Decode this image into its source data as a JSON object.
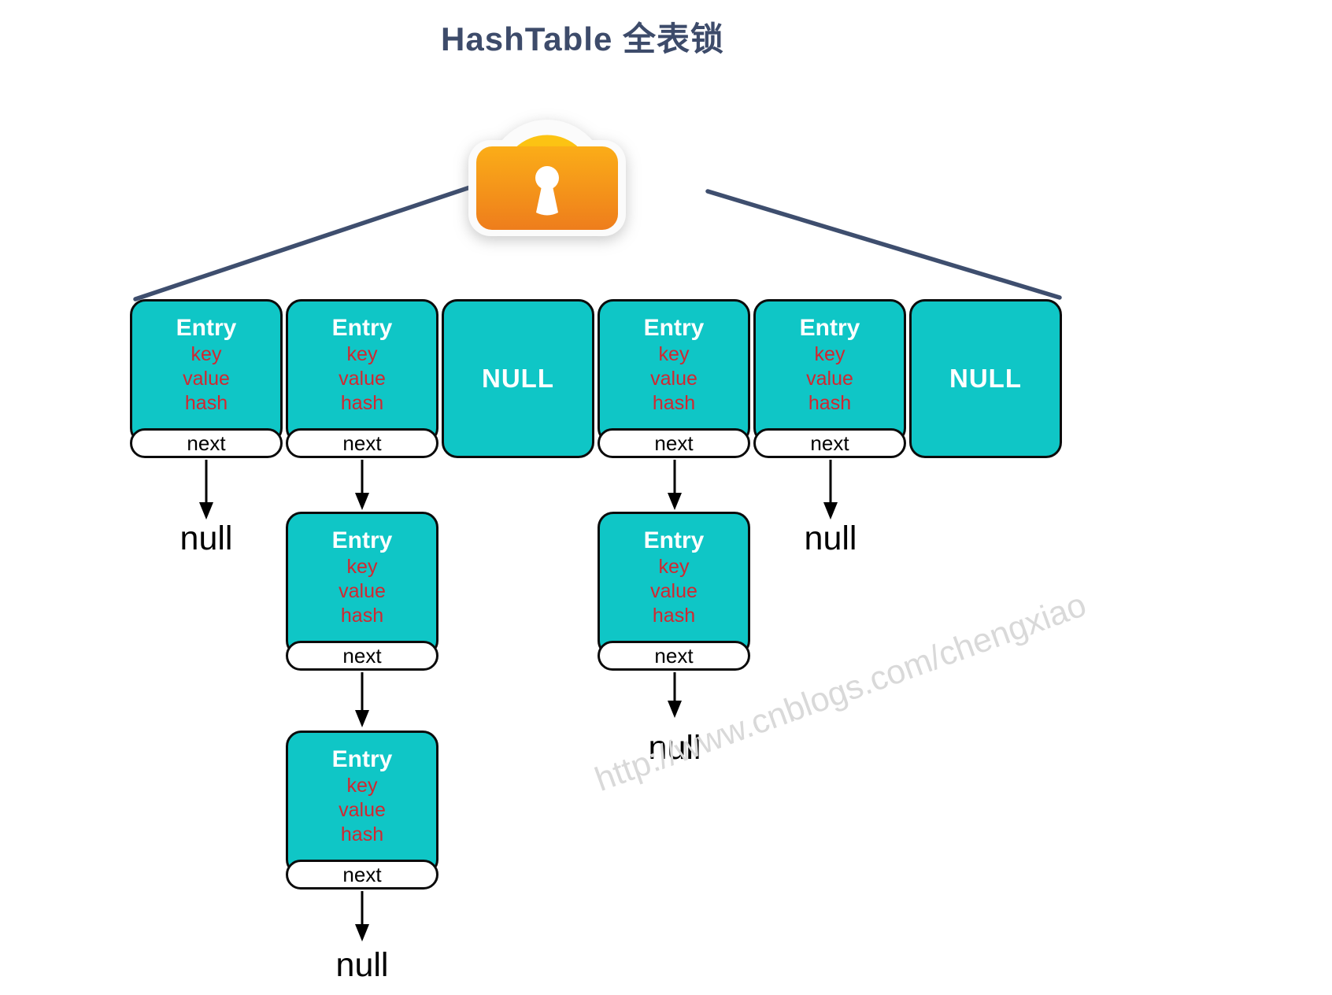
{
  "title": "HashTable 全表锁",
  "watermark": "http://www.cnblogs.com/chengxiao",
  "lock_icon": "padlock",
  "null_label": "NULL",
  "null_ref_label": "null",
  "node_labels": {
    "entry": "Entry",
    "key": "key",
    "value": "value",
    "hash": "hash",
    "next": "next"
  },
  "bucket_row_types": [
    "entry",
    "entry",
    "null",
    "entry",
    "entry",
    "null"
  ],
  "chains": {
    "bucket_0": [
      "null"
    ],
    "bucket_1": [
      "entry",
      "entry",
      "null"
    ],
    "bucket_3": [
      "entry",
      "null"
    ],
    "bucket_4": [
      "null"
    ]
  },
  "colors": {
    "node_fill": "#0fc6c6",
    "node_border": "#0b0b0b",
    "field_text": "#d22730",
    "node_title_text": "#ffffff",
    "title_text": "#3d4b6a",
    "lock_line": "#3e4e6e",
    "arrow": "#000000",
    "watermark_text": "#d9d9d9",
    "lock_body_top": "#fbad18",
    "lock_body_bottom": "#ee7d1c",
    "lock_sticker": "#fbfbfb"
  }
}
